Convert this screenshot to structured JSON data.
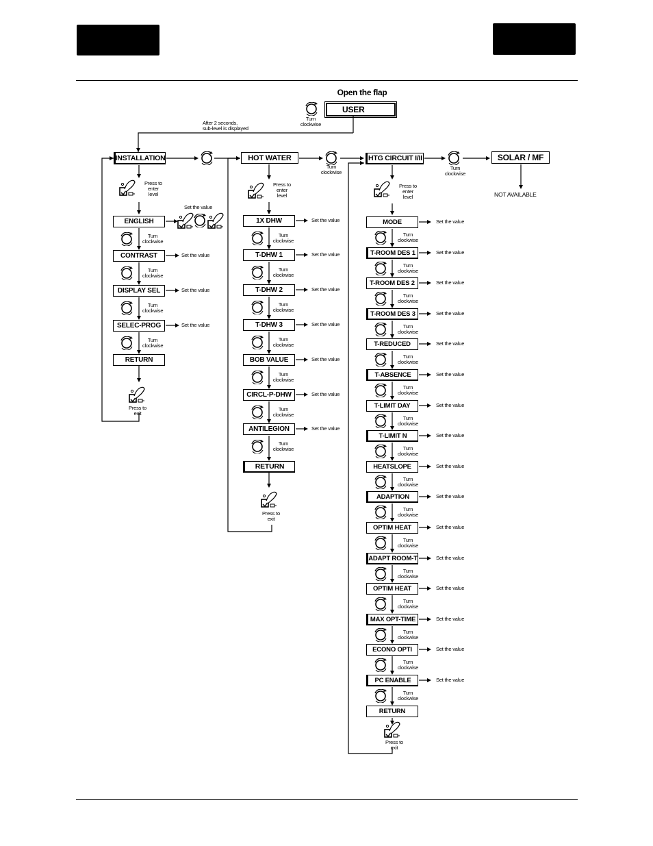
{
  "header": {
    "divider": true
  },
  "top": {
    "title": "Open the flap",
    "user_box": "USER",
    "turn_label": "Turn\nclockwise",
    "sub_note": "After 2 seconds,\nsub-level is displayed"
  },
  "labels": {
    "turn": "Turn\nclockwise",
    "set_value": "Set the value",
    "press_enter": "Press to\nenter\nlevel",
    "press_exit": "Press to\nexit",
    "not_available": "NOT AVAILABLE"
  },
  "columns": {
    "installation": {
      "title": "INSTALLATION",
      "items": [
        "ENGLISH",
        "CONTRAST",
        "DISPLAY SEL",
        "SELEC-PROG",
        "RETURN"
      ]
    },
    "hot_water": {
      "title": "HOT WATER",
      "items": [
        "1X DHW",
        "T-DHW 1",
        "T-DHW 2",
        "T-DHW 3",
        "BOB VALUE",
        "CIRCL-P-DHW",
        "ANTILEGION",
        "RETURN"
      ]
    },
    "htg_circuit": {
      "title": "HTG CIRCUIT I/II",
      "items": [
        "MODE",
        "T-ROOM DES 1",
        "T-ROOM DES 2",
        "T-ROOM DES 3",
        "T-REDUCED",
        "T-ABSENCE",
        "T-LIMIT DAY",
        "T-LIMIT N",
        "HEATSLOPE",
        "ADAPTION",
        "OPTIM HEAT",
        "ADAPT ROOM-T",
        "OPTIM HEAT",
        "MAX OPT-TIME",
        "ECONO OPTI",
        "PC ENABLE",
        "RETURN"
      ]
    },
    "solar": {
      "title": "SOLAR / MF"
    }
  }
}
